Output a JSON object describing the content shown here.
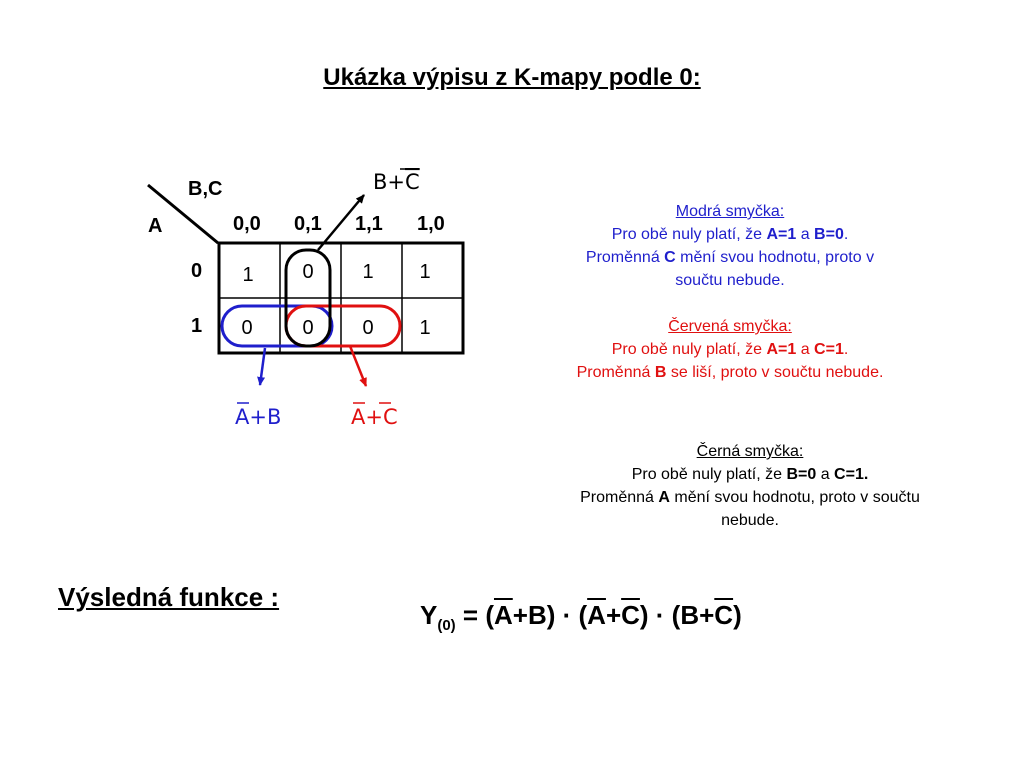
{
  "title": "Ukázka výpisu z K-mapy podle 0:",
  "kmap": {
    "var_cols": "B,C",
    "var_rows": "A",
    "col_headers": [
      "0,0",
      "0,1",
      "1,1",
      "1,0"
    ],
    "row_headers": [
      "0",
      "1"
    ],
    "cells": [
      [
        "1",
        "0",
        "1",
        "1"
      ],
      [
        "0",
        "0",
        "0",
        "1"
      ]
    ],
    "loop_labels": {
      "black": {
        "lead": "B+",
        "var": "C"
      },
      "blue": {
        "var": "A",
        "tail": "+B"
      },
      "red": {
        "var1": "A",
        "plus": "+",
        "var2": "C"
      }
    }
  },
  "explanations": {
    "blue": {
      "heading": "Modrá smyčka:",
      "l1_pre": "Pro obě nuly platí, že ",
      "l1_v1": "A=1",
      "l1_mid": " a ",
      "l1_v2": "B=0",
      "l1_end": ".",
      "l2_pre": "Proměnná ",
      "l2_var": "C",
      "l2_post": " mění svou hodnotu, proto v",
      "l3": "součtu nebude."
    },
    "red": {
      "heading": "Červená smyčka:",
      "l1_pre": "Pro obě nuly platí, že ",
      "l1_v1": "A=1",
      "l1_mid": " a ",
      "l1_v2": "C=1",
      "l1_end": ".",
      "l2_pre": "Proměnná ",
      "l2_var": "B",
      "l2_post": " se liší, proto v součtu nebude."
    },
    "black": {
      "heading": "Černá smyčka:",
      "l1_pre": "Pro obě nuly platí, že ",
      "l1_v1": "B=0",
      "l1_mid": " a ",
      "l1_v2": "C=1.",
      "l2_pre": "Proměnná ",
      "l2_var": "A",
      "l2_post": " mění svou hodnotu, proto v součtu",
      "l3": "nebude."
    }
  },
  "result": {
    "label": "Výsledná funkce :",
    "f_y": "Y",
    "f_sub": "(0)",
    "f_eq": " = (",
    "f_a1": "A",
    "f_p1": "+B) · (",
    "f_a2": "A",
    "f_p2": "+",
    "f_c1": "C",
    "f_p3": ") · (B+",
    "f_c2": "C",
    "f_end": ")"
  },
  "colors": {
    "blue": "#1f1fcc",
    "red": "#e01010",
    "black": "#000000"
  }
}
